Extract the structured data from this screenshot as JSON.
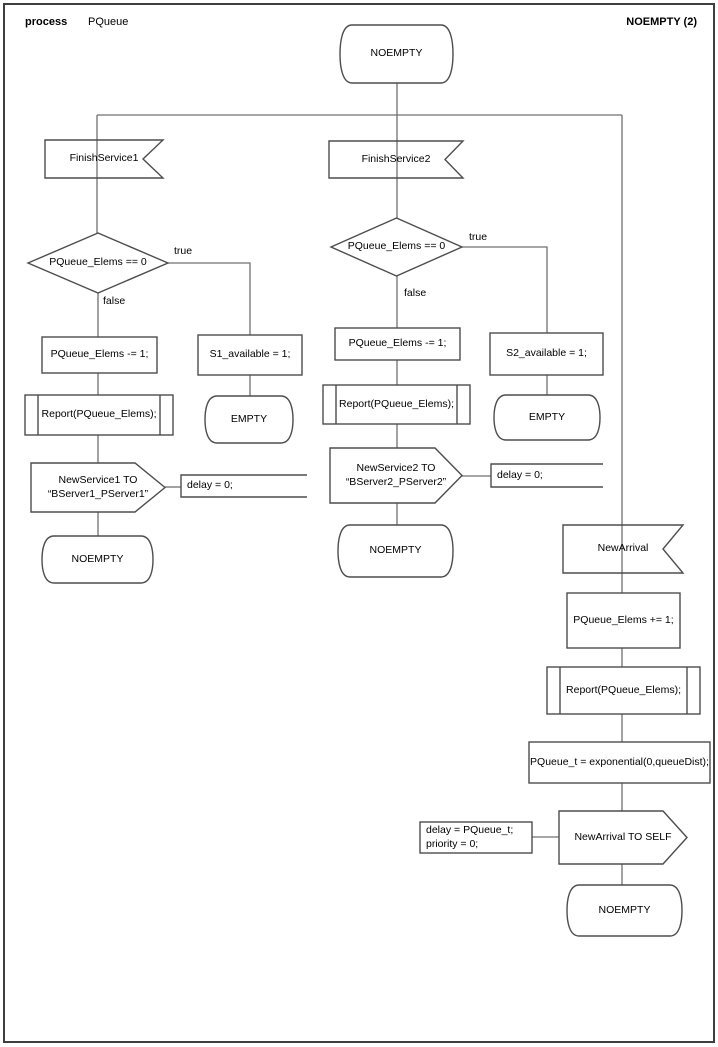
{
  "header": {
    "doc_type": "process",
    "doc_name": "PQueue",
    "page_label": "NOEMPTY (2)"
  },
  "colors": {
    "shape_stroke": "#4d4d4d",
    "line_stroke": "#707070",
    "border": "#3f3f3f",
    "text": "#000000",
    "background": "#ffffff"
  },
  "start_state": {
    "label": "NOEMPTY"
  },
  "branch_finish_service1": {
    "event": "FinishService1",
    "condition": "PQueue_Elems == 0",
    "label_true": "true",
    "label_false": "false",
    "action_decrement": "PQueue_Elems -= 1;",
    "action_report": "Report(PQueue_Elems);",
    "send_line1": "NewService1 TO",
    "send_line2": "“BServer1_PServer1”",
    "send_param": "delay = 0;",
    "next_state": "NOEMPTY",
    "action_available": "S1_available = 1;",
    "empty_state": "EMPTY"
  },
  "branch_finish_service2": {
    "event": "FinishService2",
    "condition": "PQueue_Elems == 0",
    "label_true": "true",
    "label_false": "false",
    "action_decrement": "PQueue_Elems -= 1;",
    "action_report": "Report(PQueue_Elems);",
    "send_line1": "NewService2 TO",
    "send_line2": "“BServer2_PServer2”",
    "send_param": "delay = 0;",
    "next_state": "NOEMPTY",
    "action_available": "S2_available = 1;",
    "empty_state": "EMPTY"
  },
  "branch_new_arrival": {
    "event": "NewArrival",
    "action_increment": "PQueue_Elems += 1;",
    "action_report": "Report(PQueue_Elems);",
    "action_sample": "PQueue_t = exponential(0,queueDist);",
    "send": "NewArrival TO SELF",
    "send_param_line1": "delay = PQueue_t;",
    "send_param_line2": "priority = 0;",
    "next_state": "NOEMPTY"
  }
}
